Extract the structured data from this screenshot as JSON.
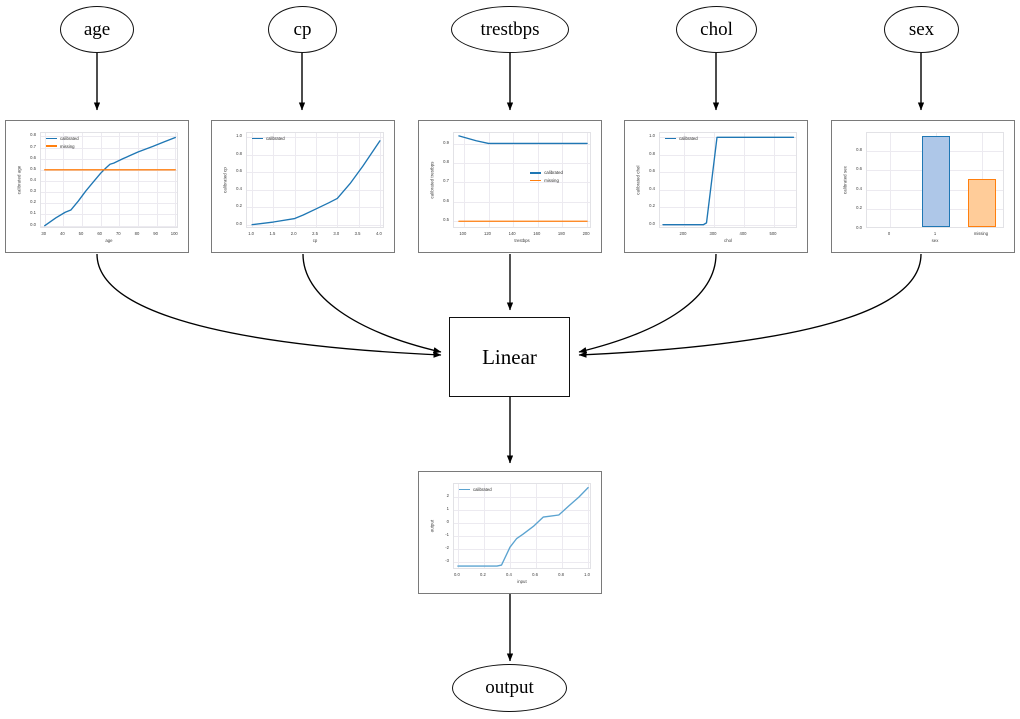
{
  "diagram": {
    "type": "model-architecture-flow",
    "input_nodes": [
      {
        "id": "age",
        "label": "age"
      },
      {
        "id": "cp",
        "label": "cp"
      },
      {
        "id": "trestbps",
        "label": "trestbps"
      },
      {
        "id": "chol",
        "label": "chol"
      },
      {
        "id": "sex",
        "label": "sex"
      }
    ],
    "linear_node": {
      "label": "Linear"
    },
    "output_node": {
      "label": "output"
    }
  },
  "colors": {
    "calibrated": "#1f77b4",
    "missing": "#ff7f0e",
    "bar_blue_face": "#aec7e8",
    "bar_blue_edge": "#1f77b4",
    "bar_orange_face": "#ffcc99",
    "bar_orange_edge": "#ff7f0e",
    "panel_border": "#7a7a7a",
    "grid": "#eceaf0",
    "node_stroke": "#111111"
  },
  "chart_data": [
    {
      "id": "age",
      "type": "line",
      "title": "",
      "xlabel": "age",
      "ylabel": "calibrated age",
      "xlim": [
        28,
        102
      ],
      "ylim": [
        -0.03,
        0.83
      ],
      "xticks": [
        30,
        40,
        50,
        60,
        70,
        80,
        90,
        100
      ],
      "yticks": [
        0.0,
        0.1,
        0.2,
        0.3,
        0.4,
        0.5,
        0.6,
        0.7,
        0.8
      ],
      "grid": true,
      "legend": [
        "calibrated",
        "missing"
      ],
      "legend_position": "upper left",
      "series": [
        {
          "name": "calibrated",
          "color": "#1f77b4",
          "x": [
            30,
            36,
            41,
            44,
            48,
            52,
            56,
            60,
            63,
            65,
            67,
            72,
            80,
            88,
            94,
            100
          ],
          "y": [
            0.0,
            0.07,
            0.12,
            0.14,
            0.22,
            0.31,
            0.39,
            0.47,
            0.52,
            0.55,
            0.56,
            0.6,
            0.66,
            0.71,
            0.75,
            0.79
          ]
        },
        {
          "name": "missing",
          "color": "#ff7f0e",
          "x": [
            30,
            100
          ],
          "y": [
            0.5,
            0.5
          ]
        }
      ]
    },
    {
      "id": "cp",
      "type": "line",
      "title": "",
      "xlabel": "cp",
      "ylabel": "calibrated cp",
      "xlim": [
        0.88,
        4.12
      ],
      "ylim": [
        -0.05,
        1.05
      ],
      "xticks": [
        1.0,
        1.5,
        2.0,
        2.5,
        3.0,
        3.5,
        4.0
      ],
      "yticks": [
        0.0,
        0.2,
        0.4,
        0.6,
        0.8,
        1.0
      ],
      "grid": true,
      "legend": [
        "calibrated"
      ],
      "legend_position": "upper left",
      "series": [
        {
          "name": "calibrated",
          "color": "#1f77b4",
          "x": [
            1.0,
            1.5,
            2.0,
            2.2,
            2.5,
            2.8,
            3.0,
            3.3,
            3.6,
            4.0
          ],
          "y": [
            0.0,
            0.03,
            0.07,
            0.11,
            0.18,
            0.25,
            0.3,
            0.47,
            0.67,
            0.96
          ]
        }
      ]
    },
    {
      "id": "trestbps",
      "type": "line",
      "title": "",
      "xlabel": "trestbps",
      "ylabel": "calibrated trestbps",
      "xlim": [
        92,
        204
      ],
      "ylim": [
        0.46,
        0.955
      ],
      "xticks": [
        100,
        120,
        140,
        160,
        180,
        200
      ],
      "yticks": [
        0.5,
        0.6,
        0.7,
        0.8,
        0.9
      ],
      "grid": true,
      "legend": [
        "calibrated",
        "missing"
      ],
      "legend_position": "center right",
      "series": [
        {
          "name": "calibrated",
          "color": "#1f77b4",
          "x": [
            96,
            110,
            120,
            160,
            200
          ],
          "y": [
            0.94,
            0.915,
            0.901,
            0.901,
            0.901
          ]
        },
        {
          "name": "missing",
          "color": "#ff7f0e",
          "x": [
            96,
            200
          ],
          "y": [
            0.5,
            0.5
          ]
        }
      ]
    },
    {
      "id": "chol",
      "type": "line",
      "title": "",
      "xlabel": "chol",
      "ylabel": "calibrated chol",
      "xlim": [
        120,
        580
      ],
      "ylim": [
        -0.05,
        1.05
      ],
      "xticks": [
        200,
        300,
        400,
        500
      ],
      "yticks": [
        0.0,
        0.2,
        0.4,
        0.6,
        0.8,
        1.0
      ],
      "grid": true,
      "legend": [
        "calibrated"
      ],
      "legend_position": "upper left",
      "series": [
        {
          "name": "calibrated",
          "color": "#1f77b4",
          "x": [
            130,
            200,
            265,
            275,
            300,
            310,
            400,
            500,
            565
          ],
          "y": [
            0.0,
            0.0,
            0.0,
            0.02,
            0.72,
            1.0,
            1.0,
            1.0,
            1.0
          ]
        }
      ]
    },
    {
      "id": "sex",
      "type": "bar",
      "title": "",
      "xlabel": "sex",
      "ylabel": "calibrated sex",
      "ylim": [
        0.0,
        0.98
      ],
      "yticks": [
        0.0,
        0.2,
        0.4,
        0.6,
        0.8
      ],
      "grid": true,
      "categories": [
        "0",
        "1",
        "missing"
      ],
      "values": [
        0.0,
        0.93,
        0.49
      ],
      "bar_colors": [
        "#aec7e8",
        "#aec7e8",
        "#ffcc99"
      ],
      "bar_edge_colors": [
        "#1f77b4",
        "#1f77b4",
        "#ff7f0e"
      ]
    },
    {
      "id": "output",
      "type": "line",
      "title": "",
      "xlabel": "input",
      "ylabel": "output",
      "xlim": [
        -0.03,
        1.03
      ],
      "ylim": [
        -3.6,
        3.0
      ],
      "xticks": [
        0.0,
        0.2,
        0.4,
        0.6,
        0.8,
        1.0
      ],
      "yticks": [
        -3,
        -2,
        -1,
        0,
        1,
        2
      ],
      "grid": true,
      "legend": [
        "calibrated"
      ],
      "legend_position": "upper left",
      "series": [
        {
          "name": "calibrated",
          "color": "#5ba3d0",
          "x": [
            0.0,
            0.15,
            0.3,
            0.335,
            0.4,
            0.45,
            0.5,
            0.58,
            0.655,
            0.7,
            0.775,
            0.85,
            0.93,
            1.0
          ],
          "y": [
            -3.3,
            -3.3,
            -3.3,
            -3.22,
            -1.85,
            -1.2,
            -0.85,
            -0.25,
            0.46,
            0.52,
            0.62,
            1.3,
            2.0,
            2.72
          ]
        }
      ]
    }
  ]
}
